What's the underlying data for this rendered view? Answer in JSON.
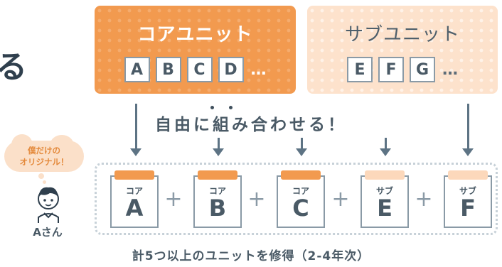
{
  "left_edge_char": "る",
  "core_unit": {
    "title": "コアユニット",
    "letters": [
      "A",
      "B",
      "C",
      "D"
    ],
    "ellipsis": "…",
    "color": "#f29a4f"
  },
  "sub_unit": {
    "title": "サブユニット",
    "letters": [
      "E",
      "F",
      "G"
    ],
    "ellipsis": "…",
    "color": "#fde2cc"
  },
  "slogan": "自由に組み合わせる！",
  "selection": [
    {
      "type": "コア",
      "letter": "A",
      "kind": "core"
    },
    {
      "type": "コア",
      "letter": "B",
      "kind": "core"
    },
    {
      "type": "コア",
      "letter": "C",
      "kind": "core"
    },
    {
      "type": "サブ",
      "letter": "E",
      "kind": "sub"
    },
    {
      "type": "サブ",
      "letter": "F",
      "kind": "sub"
    }
  ],
  "operator": "+",
  "bubble": {
    "line1": "僕だけの",
    "line2": "オリジナル！"
  },
  "person": {
    "name": "Aさん"
  },
  "caption": "計5つ以上のユニットを修得（2-4年次）"
}
